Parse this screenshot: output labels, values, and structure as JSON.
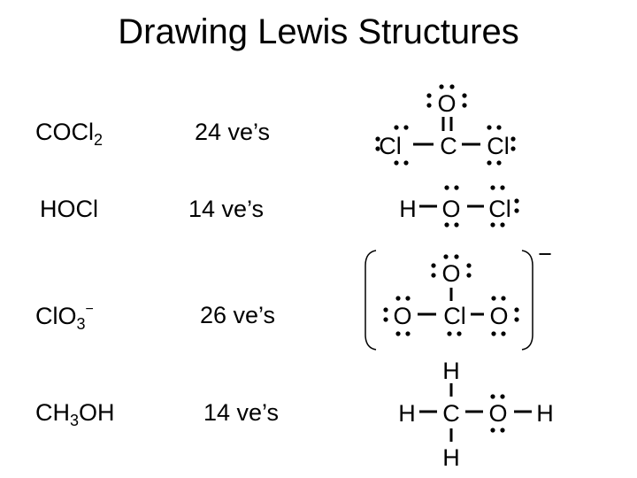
{
  "title": "Drawing Lewis Structures",
  "rows": [
    {
      "formula": {
        "base": "COCl",
        "sub": "2",
        "tail": ""
      },
      "ve": "24 ve’s"
    },
    {
      "formula": {
        "base": "HOCl",
        "sub": "",
        "tail": ""
      },
      "ve": "14 ve’s"
    },
    {
      "formula": {
        "base": "ClO",
        "sub": "3",
        "charge": "−"
      },
      "ve": "26 ve’s"
    },
    {
      "formula": {
        "base": "CH",
        "sub": "3",
        "tail": "OH"
      },
      "ve": "14 ve’s"
    }
  ],
  "structures": {
    "cocl2": {
      "top": "O",
      "left": "Cl",
      "center": "C",
      "right": "Cl"
    },
    "hocl": {
      "h": "H",
      "o": "O",
      "cl": "Cl"
    },
    "clo3": {
      "top": "O",
      "left": "O",
      "center": "Cl",
      "right": "O",
      "charge": "−"
    },
    "ch3oh": {
      "h_top": "H",
      "h_left": "H",
      "c": "C",
      "o": "O",
      "h_right": "H",
      "h_bottom": "H"
    }
  }
}
